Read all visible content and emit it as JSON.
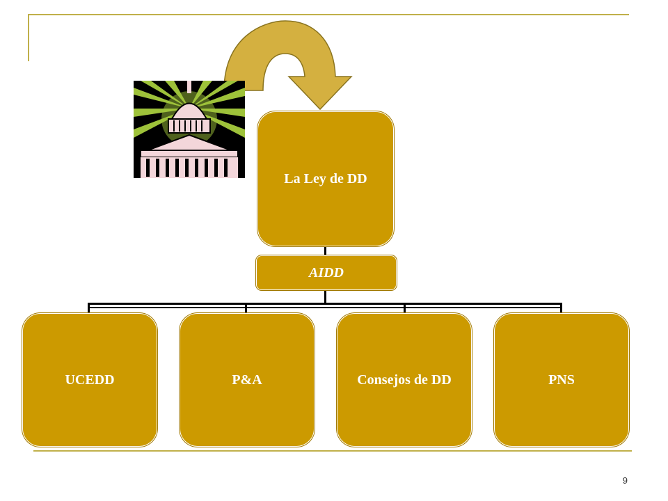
{
  "diagram": {
    "root": {
      "label": "La Ley de DD"
    },
    "connector_label": {
      "label": "AIDD"
    },
    "children": [
      {
        "label": "UCEDD"
      },
      {
        "label": "P&A"
      },
      {
        "label": "Consejos de DD"
      },
      {
        "label": "PNS"
      }
    ]
  },
  "icons": {
    "capitol": "capitol-building-icon",
    "arrow": "curved-arrow-icon"
  },
  "colors": {
    "node_fill": "#cc9a00",
    "rule": "#c0b04a",
    "arrow_fill": "#d4b040",
    "capitol_glow": "#9ec23a"
  },
  "footer": {
    "page_number": "9"
  }
}
